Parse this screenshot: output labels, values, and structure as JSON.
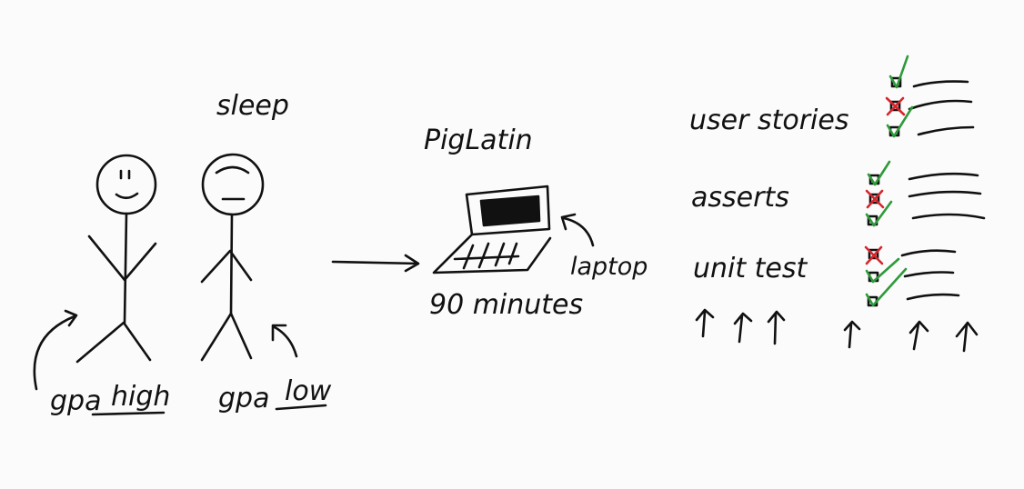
{
  "labels": {
    "sleep": "sleep",
    "gpa_high_prefix": "gpa",
    "gpa_high_word": "high",
    "gpa_low_prefix": "gpa",
    "gpa_low_word": "low",
    "pig_latin": "PigLatin",
    "laptop": "laptop",
    "minutes": "90 minutes",
    "user_stories": "user stories",
    "asserts": "asserts",
    "unit_test": "unit test"
  },
  "colors": {
    "ink": "#111111",
    "check": "#2e9a3a",
    "cross": "#d6262c"
  },
  "checklists": {
    "user_stories": [
      "check",
      "cross",
      "check"
    ],
    "asserts": [
      "check",
      "cross",
      "check"
    ],
    "unit_test": [
      "cross",
      "check",
      "check"
    ]
  }
}
